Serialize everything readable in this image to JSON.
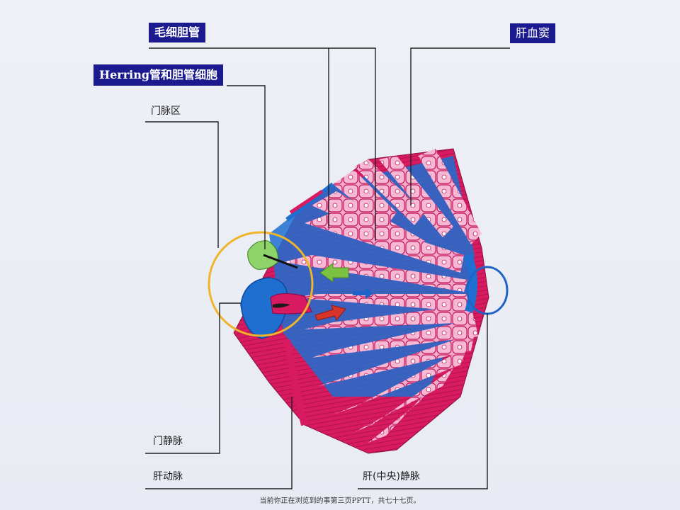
{
  "labels": {
    "bile_canaliculus": "毛细胆管",
    "hering_duct": "Herring管和胆管细胞",
    "sinusoid": "肝血窦",
    "portal_area": "门脉区",
    "portal_vein": "门静脉",
    "hepatic_artery": "肝动脉",
    "central_vein": "肝(中央)静脉"
  },
  "footer": "当前你正在浏览到的事第三页PPTT，共七十七页。",
  "colors": {
    "label_box_bg": "#1b1b8f",
    "hepatocyte": "#f0a7c8",
    "hepatocyte_outline": "#c2185b",
    "sinusoid_blue": "#1e6fd0",
    "artery_red": "#d81b60",
    "highlight_circle_orange": "#f0b429",
    "highlight_circle_blue": "#1e63c8",
    "arrow_green": "#7cc242",
    "arrow_red": "#d7342a"
  }
}
